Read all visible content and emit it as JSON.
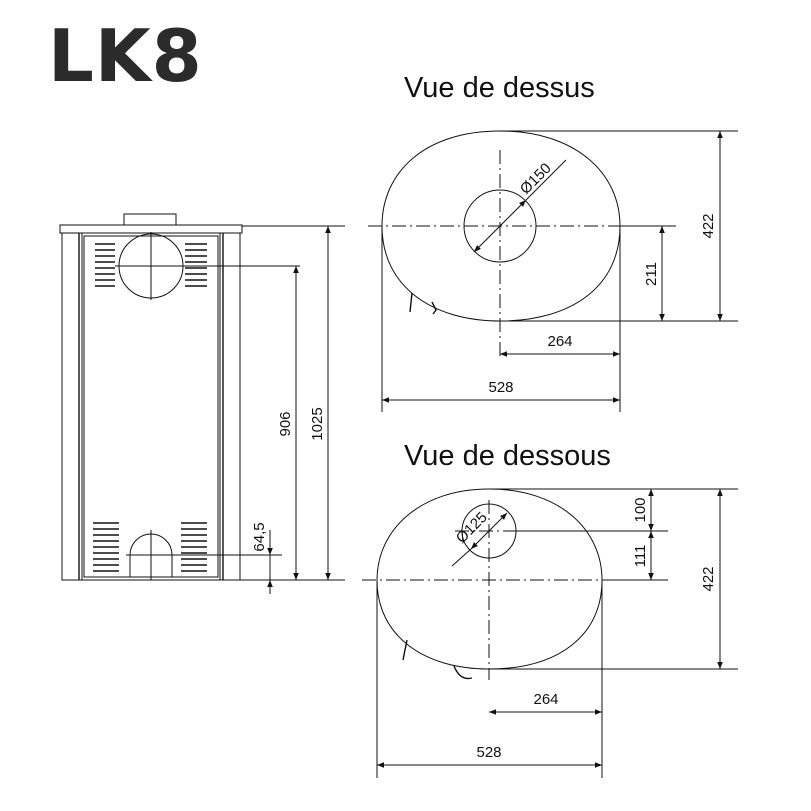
{
  "title": "LK8",
  "views": {
    "front": {
      "dim_height_total": "1025",
      "dim_height_outlet": "906",
      "dim_height_inlet": "64,5"
    },
    "top": {
      "title": "Vue de dessus",
      "dim_diameter": "Ø150",
      "dim_depth": "422",
      "dim_offset": "211",
      "dim_half_width": "264",
      "dim_width": "528"
    },
    "bottom": {
      "title": "Vue de dessous",
      "dim_diameter": "Ø125",
      "dim_upper": "100",
      "dim_lower": "111",
      "dim_depth": "422",
      "dim_half_width": "264",
      "dim_width": "528"
    }
  }
}
